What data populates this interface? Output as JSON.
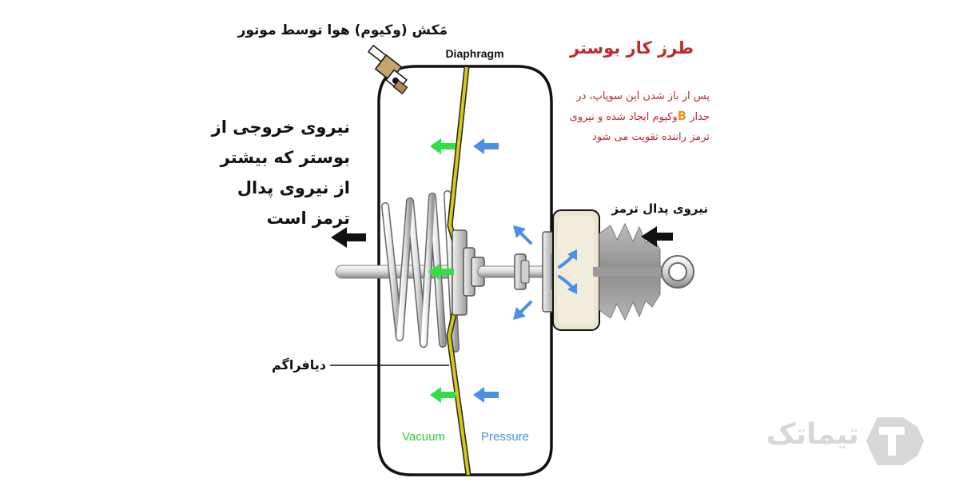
{
  "labels": {
    "suction": "مَکش (وکیوم) هوا توسط موتور",
    "diaphragm_en": "Diaphragm",
    "title": "طرز کار بوستر",
    "desc_line1": "پس از باز شدن این سوپاپ، در",
    "desc_line2_pre": "جدار ",
    "desc_line2_b": "B",
    "desc_line2_post": "وکیوم ایجاد شده و نیروی",
    "desc_line3": "ترمز راننده تقویت می شود",
    "output_line1": "نیروی خروجی از",
    "output_line2": "بوستر که بیشتر",
    "output_line3": "از نیروی پدال",
    "output_line4": "ترمز است",
    "pedal_force": "نیروی پدال ترمز",
    "diaphragm_fa": "دیافراگم",
    "vacuum": "Vacuum",
    "pressure": "Pressure"
  },
  "logo": {
    "text": "تیماتک",
    "icon": "gear-t-logo-icon"
  },
  "colors": {
    "vacuum_arrow": "#33dd44",
    "pressure_arrow": "#4a90e2",
    "force_arrow": "#111111",
    "diaphragm": "#d8c814",
    "title_text": "#c1272d",
    "valve_b": "#f7941d",
    "logo": "#d7d7d7"
  }
}
